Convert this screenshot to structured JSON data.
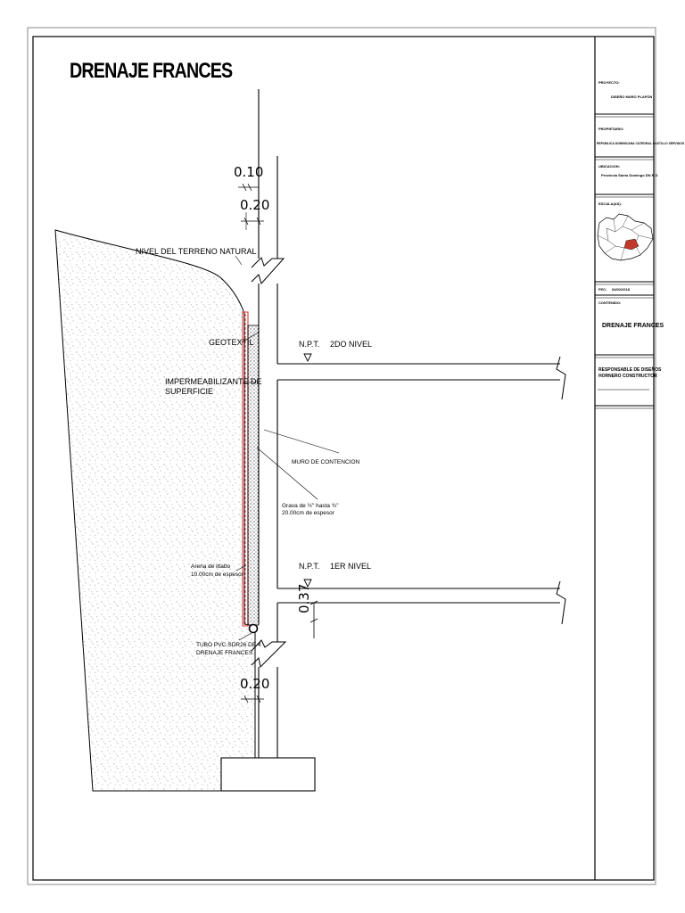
{
  "drawing": {
    "title": "DRENAJE FRANCES",
    "labels": {
      "terrain": "NIVEL DEL TERRENO NATURAL",
      "geotextil": "GEOTEXTIL",
      "impermeab_1": "IMPERMEABILIZANTE DE",
      "impermeab_2": "SUPERFICIE",
      "npt_2do_a": "N.P.T.",
      "npt_2do_b": "2DO NIVEL",
      "muro": "MURO DE CONTENCION",
      "grava_1": "Grava de ½\" hasta ¾\"",
      "grava_2": "20.00cm de espesor",
      "arena_1": "Arena de ittabo",
      "arena_2": "10.00cm de espesor",
      "npt_1er_a": "N.P.T.",
      "npt_1er_b": "1ER NIVEL",
      "tubo_1": "TUBO PVC-SDR26 DE 4",
      "tubo_2": "DRENAJE FRANCES"
    },
    "dimensions": {
      "d010": "0.10",
      "d020_top": "0.20",
      "d037": "0.37",
      "d020_bottom": "0.20"
    }
  },
  "title_block": {
    "proyecto_label": "PROYECTO:",
    "proyecto_value": "DISEÑO MURO PLAFÓN",
    "propietario_label": "PROPIETARIO:",
    "propietario_value": "REPUBLICA DOMINICANA CATEDRAL CASTILLO SERVIDOS",
    "ubicacion_label": "UBICACION:",
    "ubicacion_value": "Provincia Santo Domingo DN R.D",
    "escala_label": "ESCALA(AS):",
    "fecha_label": "FEC:",
    "fecha_value": "04/02/2018",
    "contenido_label": "CONTENIDO:",
    "contenido_value": "DRENAJE FRANCES",
    "responsable_1": "RESPONSABLE DE DISEÑOS",
    "responsable_2": "HORNERO CONSTRUCTOR"
  },
  "colors": {
    "line": "#000000",
    "arena": "#e24a4a",
    "map_highlight": "#c0392b"
  }
}
